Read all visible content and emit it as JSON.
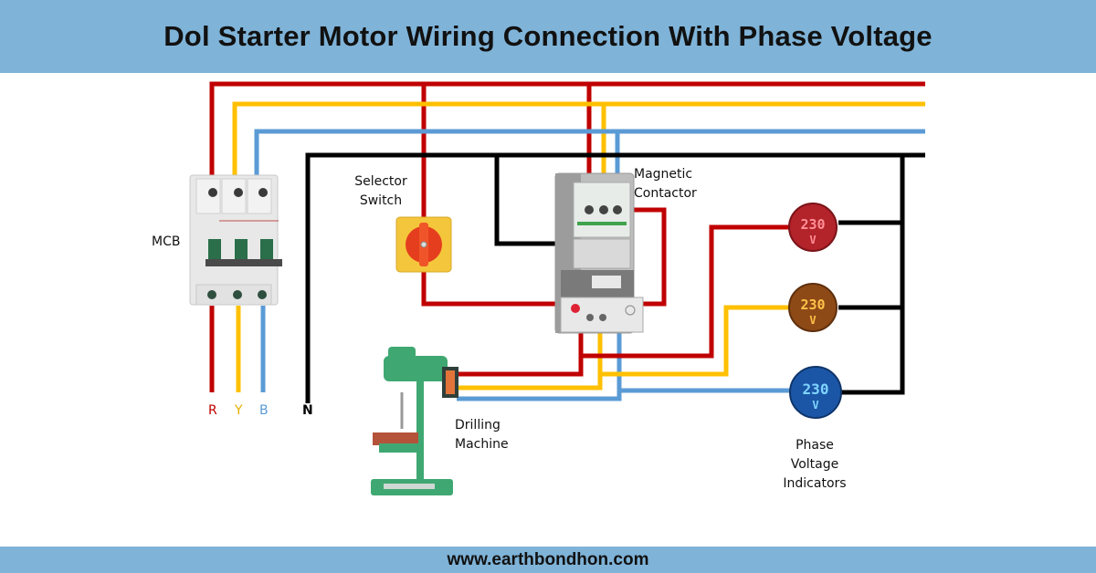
{
  "title": "Dol Starter Motor Wiring Connection With Phase Voltage",
  "footer": "www.earthbondhon.com",
  "colors": {
    "banner": "#7fb3d8",
    "wire_r": "#c00000",
    "wire_y": "#ffc000",
    "wire_b": "#5b9bd5",
    "wire_n": "#000000"
  },
  "labels": {
    "mcb": "MCB",
    "selector_line1": "Selector",
    "selector_line2": "Switch",
    "contactor_line1": "Magnetic",
    "contactor_line2": "Contactor",
    "drill_line1": "Drilling",
    "drill_line2": "Machine",
    "indicators_line1": "Phase",
    "indicators_line2": "Voltage",
    "indicators_line3": "Indicators"
  },
  "phases": {
    "r": "R",
    "y": "Y",
    "b": "B",
    "n": "N"
  },
  "indicators": [
    {
      "phase": "R",
      "value": "230",
      "unit": "V",
      "color": "#c0272d"
    },
    {
      "phase": "Y",
      "value": "230",
      "unit": "V",
      "color": "#a0521d"
    },
    {
      "phase": "B",
      "value": "230",
      "unit": "V",
      "color": "#1f5fae"
    }
  ]
}
